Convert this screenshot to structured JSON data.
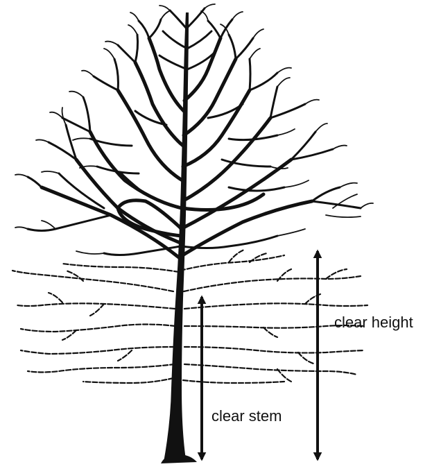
{
  "labels": {
    "clear_height": "clear height",
    "clear_stem": "clear stem"
  },
  "colors": {
    "ink": "#111111",
    "background": "#ffffff"
  },
  "icons": {
    "tree": "bare-deciduous-tree-illustration",
    "arrows": "double-headed-vertical-arrow"
  }
}
